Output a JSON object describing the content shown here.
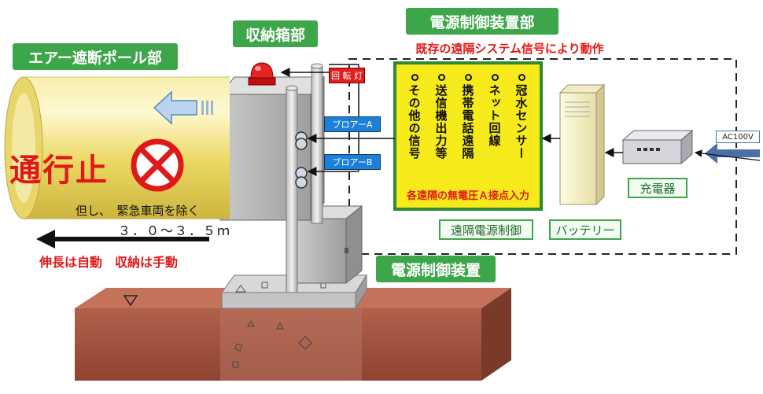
{
  "labels": {
    "air_pole": "エアー遮断ポール部",
    "storage_box": "収納箱部",
    "power_control_section": "電源制御装置部",
    "existing_signal": "既存の遠隔システム信号により動作",
    "rotating_light": "回 転 灯",
    "blower_a": "ブロアーA",
    "blower_b": "ブロアーB",
    "no_entry": "通行止",
    "except_emergency": "但し、　緊急車両を除く",
    "length_range": "３．０～３．５ｍ",
    "auto_manual": "伸長は自動　収納は手動",
    "power_control_device": "電源制御装置",
    "remote_power_control": "遠隔電源制御",
    "battery": "バッテリー",
    "charger": "充電器",
    "ac_input": "AC100V",
    "contact_input": "各遠隔の無電圧Ａ接点入力"
  },
  "signals": [
    "冠水センサー",
    "ネット回線",
    "携帯電話遠隔",
    "送信機出力等",
    "その他の信号"
  ],
  "colors": {
    "label_green": "#3ea64a",
    "panel_yellow": "#f6ea1a",
    "tube_yellow": "#efe07a",
    "signal_red": "#e01818",
    "blower_blue": "#1e7fd8",
    "soil_brown": "#a2533a"
  },
  "icons": {
    "warning_light": "rotating-light-icon",
    "prohibited": "prohibited-icon",
    "direction": "left-arrow-icon"
  }
}
